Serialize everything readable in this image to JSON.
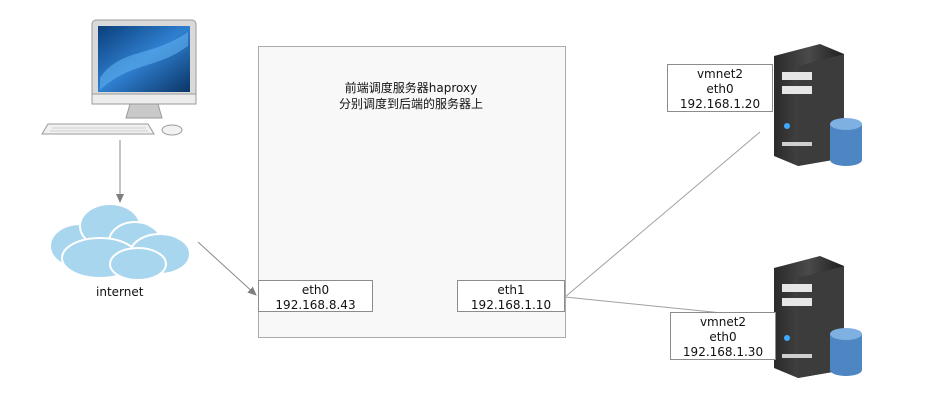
{
  "proxy": {
    "title_line1": "前端调度服务器haproxy",
    "title_line2": "分别调度到后端的服务器上"
  },
  "proxy_eth0": {
    "iface": "eth0",
    "ip": "192.168.8.43"
  },
  "proxy_eth1": {
    "iface": "eth1",
    "ip": "192.168.1.10"
  },
  "server_top": {
    "net": "vmnet2",
    "iface": "eth0",
    "ip": "192.168.1.20"
  },
  "server_bottom": {
    "net": "vmnet2",
    "iface": "eth0",
    "ip": "192.168.1.30"
  },
  "cloud": {
    "label": "internet"
  },
  "icons": [
    "computer-icon",
    "cloud-icon",
    "server-icon",
    "database-icon"
  ],
  "colors": {
    "line": "#8a8a8a",
    "box_border": "#a9a9a9",
    "cloud": "#a9d6ef",
    "server_body": "#3a3a3a",
    "database": "#4d86c3"
  }
}
